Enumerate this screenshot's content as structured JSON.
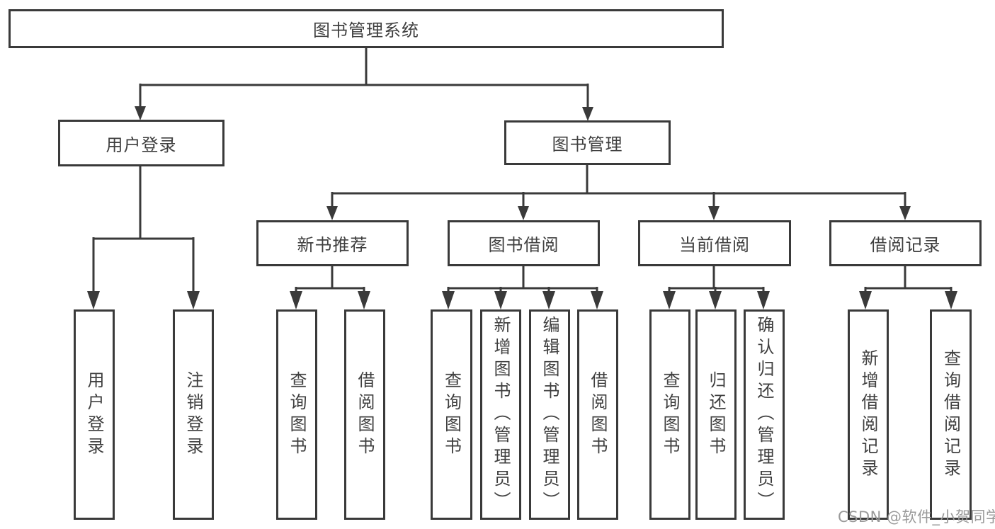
{
  "tree": {
    "label": "图书管理系统",
    "children": [
      {
        "label": "用户登录",
        "children": [
          {
            "label": "用户登录"
          },
          {
            "label": "注销登录"
          }
        ]
      },
      {
        "label": "图书管理",
        "children": [
          {
            "label": "新书推荐",
            "children": [
              {
                "label": "查询图书"
              },
              {
                "label": "借阅图书"
              }
            ]
          },
          {
            "label": "图书借阅",
            "children": [
              {
                "label": "查询图书"
              },
              {
                "label": "新增图书（管理员）"
              },
              {
                "label": "编辑图书（管理员）"
              },
              {
                "label": "借阅图书"
              }
            ]
          },
          {
            "label": "当前借阅",
            "children": [
              {
                "label": "查询图书"
              },
              {
                "label": "归还图书"
              },
              {
                "label": "确认归还（管理员）"
              }
            ]
          },
          {
            "label": "借阅记录",
            "children": [
              {
                "label": "新增借阅记录"
              },
              {
                "label": "查询借阅记录"
              }
            ]
          }
        ]
      }
    ]
  },
  "watermark": "CSDN @软件_小贺同学",
  "colors": {
    "line": "#3a3a3a",
    "text": "#3f3f3f",
    "watermark": "#9a9a9a",
    "background": "#ffffff"
  }
}
